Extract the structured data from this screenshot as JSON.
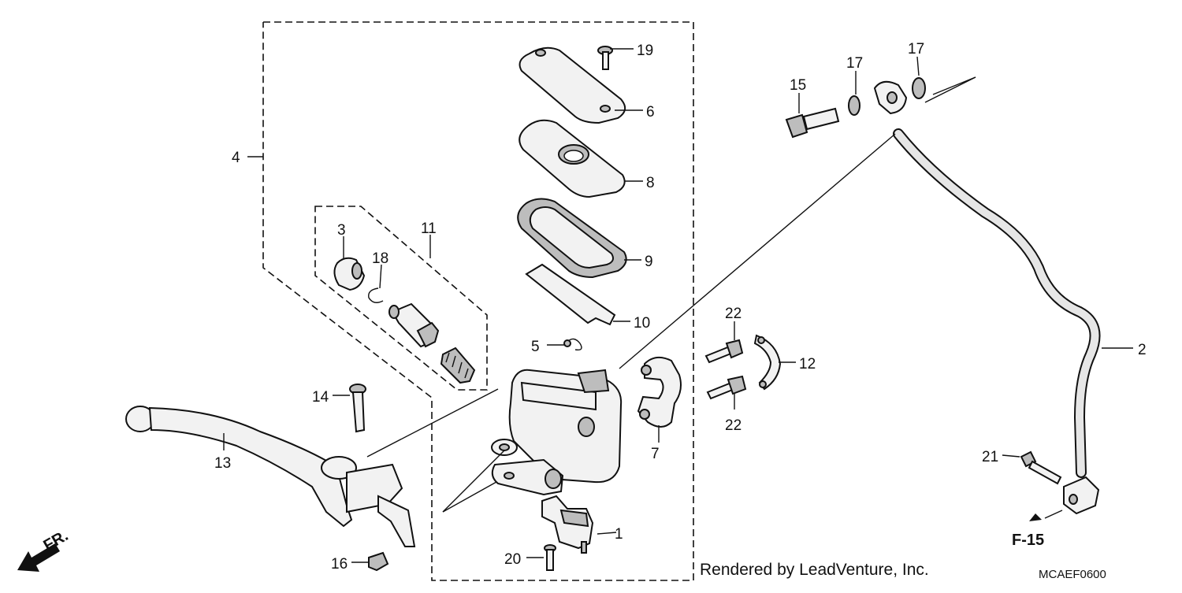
{
  "diagram": {
    "part_labels": [
      "1",
      "2",
      "3",
      "4",
      "5",
      "6",
      "7",
      "8",
      "9",
      "10",
      "11",
      "12",
      "13",
      "14",
      "15",
      "16",
      "17",
      "17",
      "18",
      "19",
      "20",
      "21",
      "22",
      "22"
    ],
    "reference": "F-15",
    "direction_label": "FR.",
    "credit": "Rendered by LeadVenture, Inc.",
    "diagram_code": "MCAEF0600"
  }
}
